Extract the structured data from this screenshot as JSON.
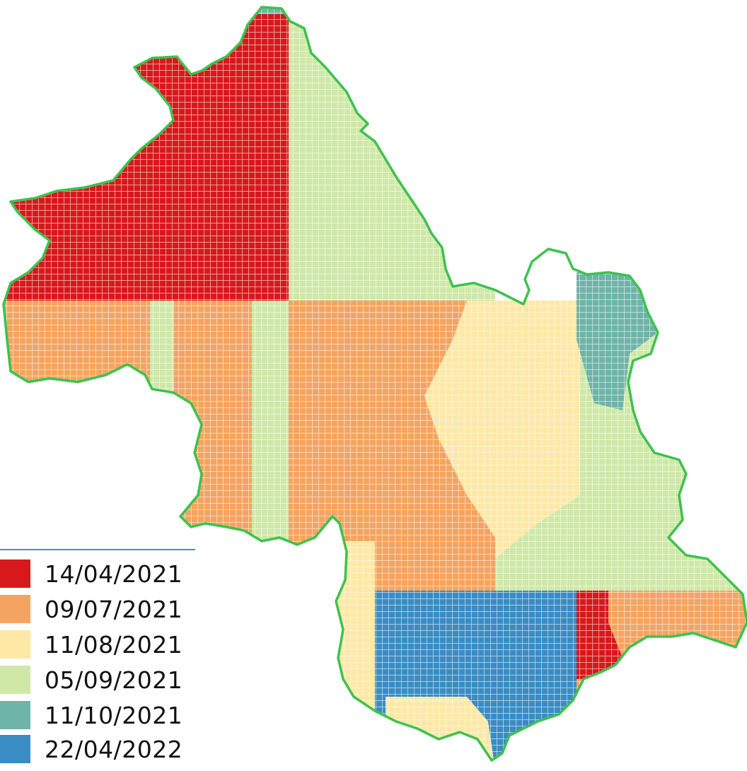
{
  "map": {
    "outline_color": "#3cc24e",
    "grid_line_color": "#ffffff",
    "regions": [
      {
        "id": "northwest",
        "class_index": 0
      },
      {
        "id": "north-east-triangle",
        "class_index": 3
      },
      {
        "id": "west-band",
        "class_index": 1
      },
      {
        "id": "west-strip",
        "class_index": 3
      },
      {
        "id": "central-west-band",
        "class_index": 1
      },
      {
        "id": "central-strip",
        "class_index": 3
      },
      {
        "id": "central-main",
        "class_index": 1
      },
      {
        "id": "central-east",
        "class_index": 2
      },
      {
        "id": "east",
        "class_index": 3
      },
      {
        "id": "far-east",
        "class_index": 4
      },
      {
        "id": "south-west-strip",
        "class_index": 2
      },
      {
        "id": "south-central",
        "class_index": 5
      },
      {
        "id": "south-bottom",
        "class_index": 2
      },
      {
        "id": "south-east",
        "class_index": 1
      },
      {
        "id": "south-east-edge",
        "class_index": 0
      }
    ]
  },
  "legend": {
    "items": [
      {
        "label": "14/04/2021",
        "color": "#d7191c"
      },
      {
        "label": "09/07/2021",
        "color": "#f4a460"
      },
      {
        "label": "11/08/2021",
        "color": "#fde8a6"
      },
      {
        "label": "05/09/2021",
        "color": "#cfe8a8"
      },
      {
        "label": "11/10/2021",
        "color": "#6fb4a8"
      },
      {
        "label": "22/04/2022",
        "color": "#3a8cc4"
      }
    ]
  }
}
